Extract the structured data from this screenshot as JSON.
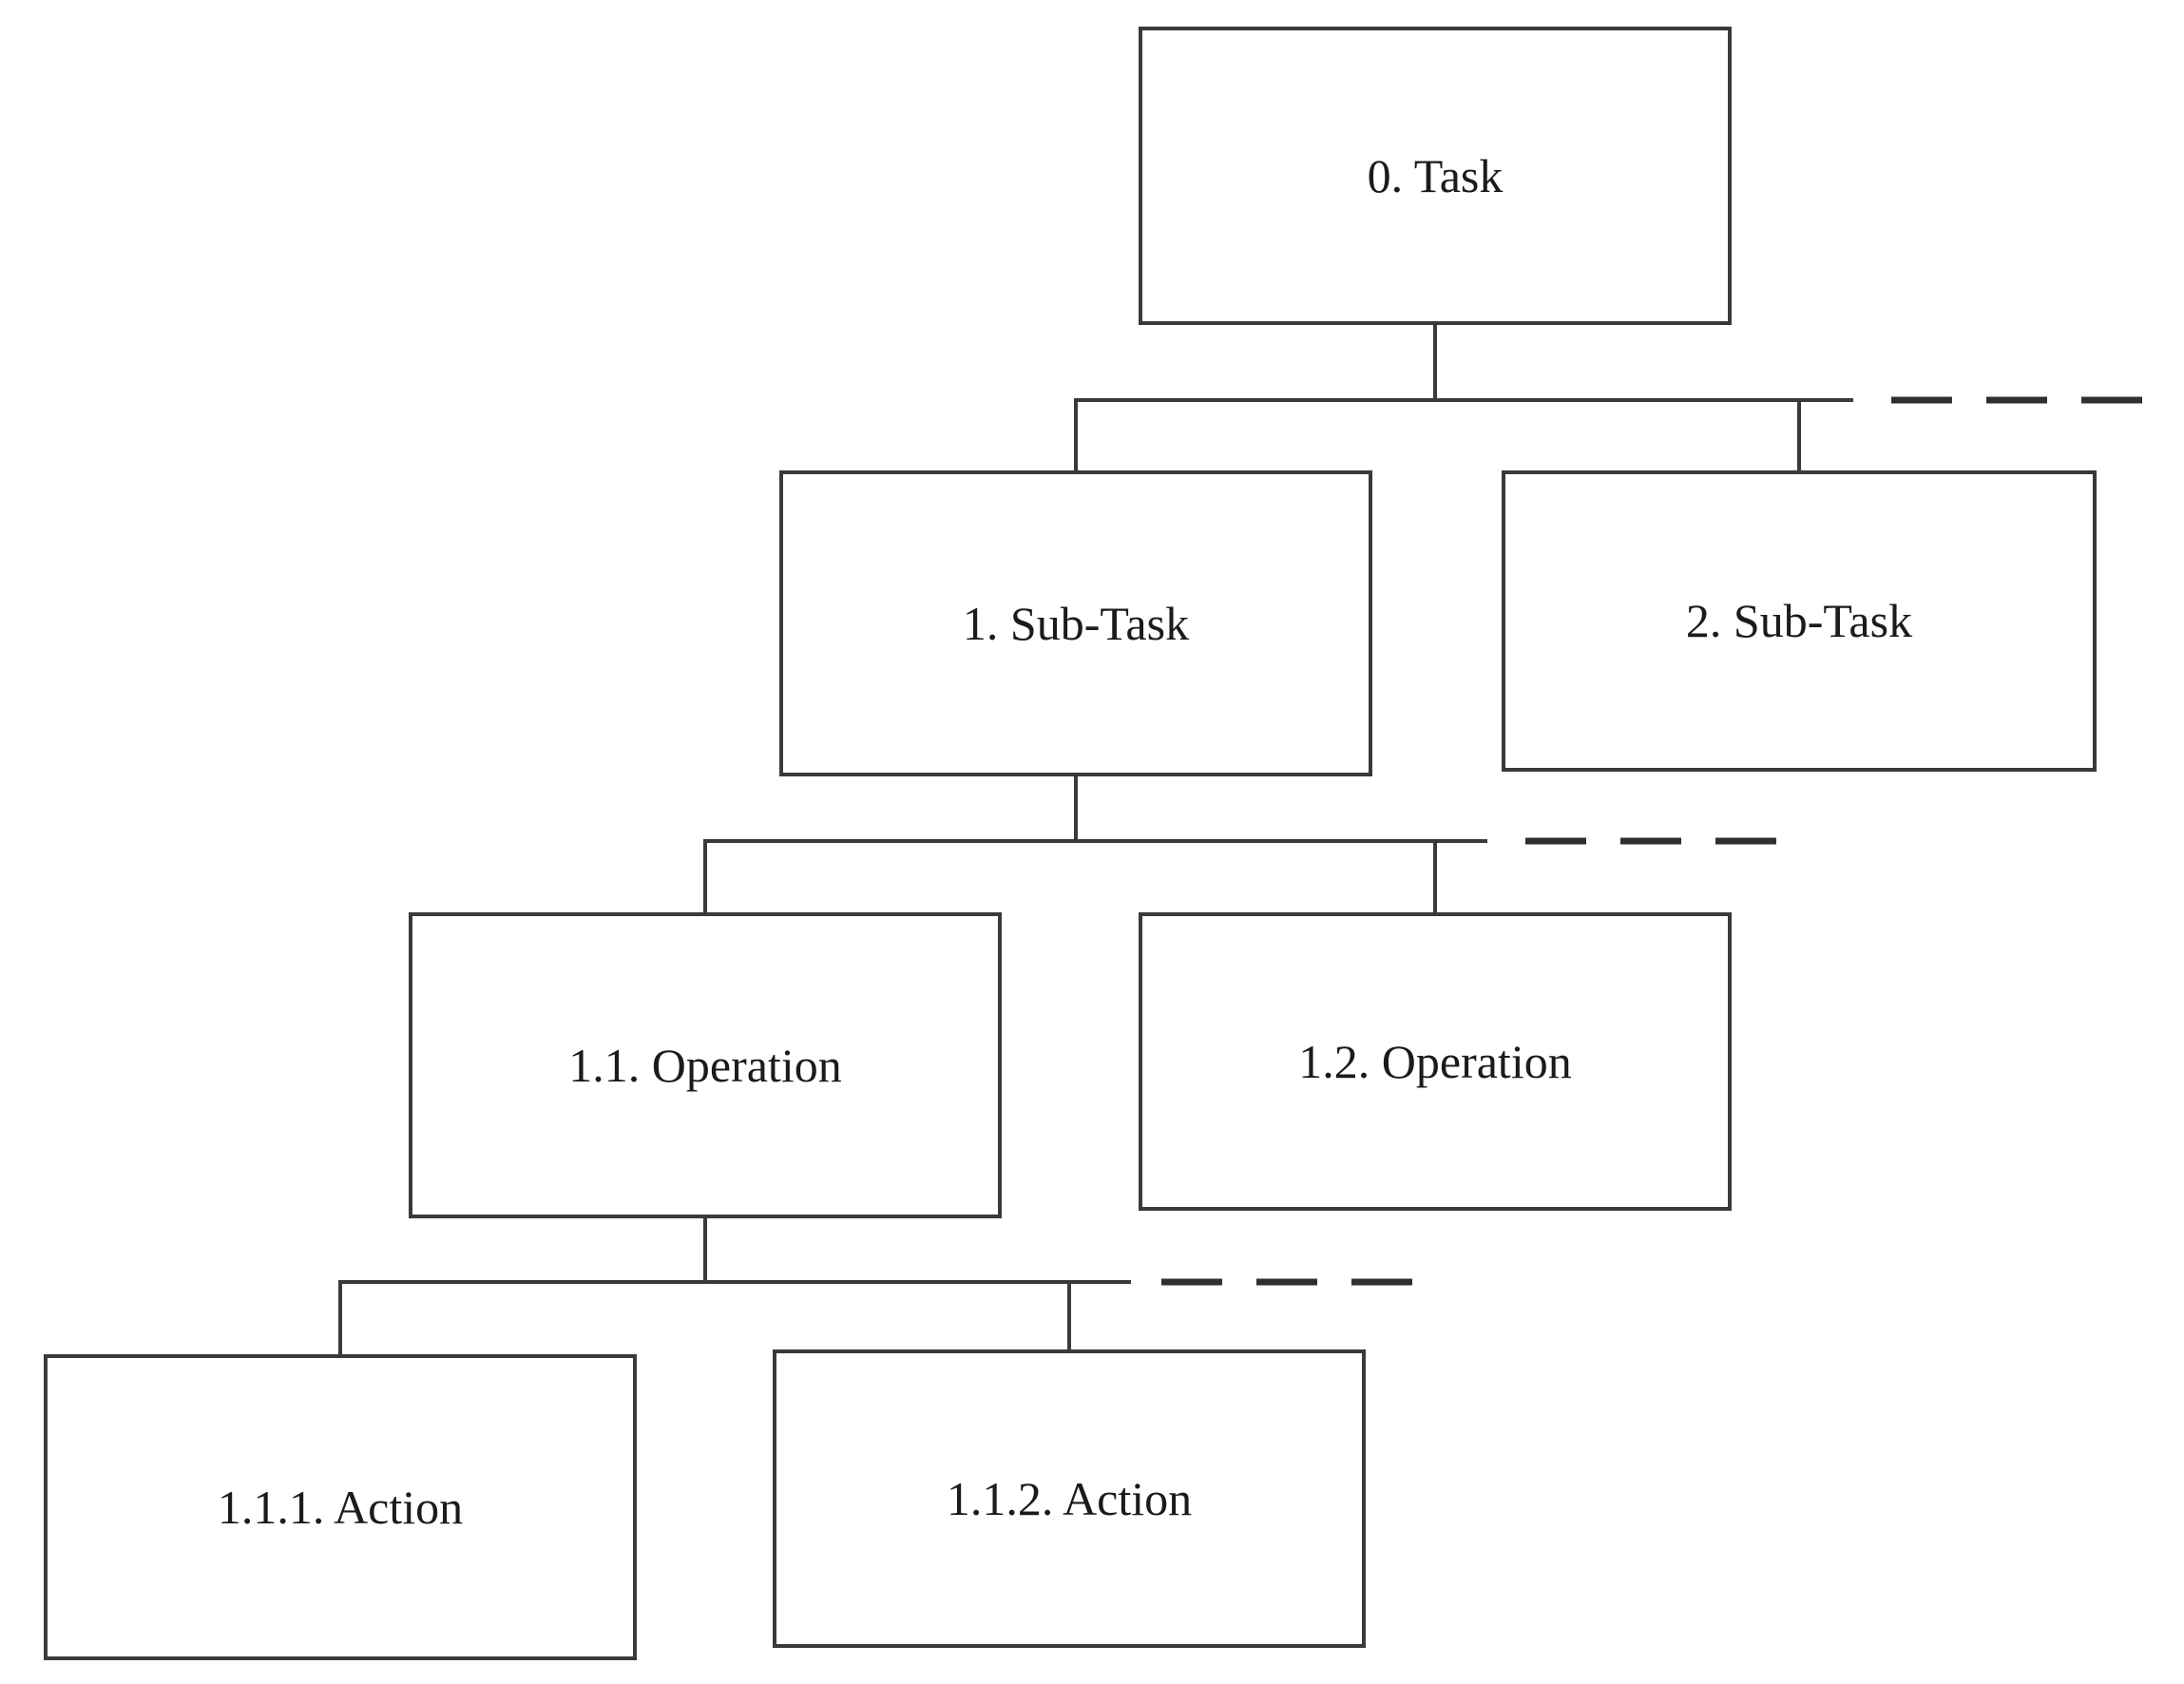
{
  "diagram": {
    "type": "hierarchical-task-analysis-tree",
    "background_color": "#ffffff",
    "line_color": "#3a3a3a",
    "text_color": "#1b1b1b",
    "nodes": [
      {
        "id": "0",
        "label": "0. Task",
        "level": 0,
        "parent": null
      },
      {
        "id": "1",
        "label": "1. Sub-Task",
        "level": 1,
        "parent": "0"
      },
      {
        "id": "2",
        "label": "2. Sub-Task",
        "level": 1,
        "parent": "0"
      },
      {
        "id": "1.1",
        "label": "1.1. Operation",
        "level": 2,
        "parent": "1"
      },
      {
        "id": "1.2",
        "label": "1.2. Operation",
        "level": 2,
        "parent": "1"
      },
      {
        "id": "1.1.1",
        "label": "1.1.1. Action",
        "level": 3,
        "parent": "1.1"
      },
      {
        "id": "1.1.2",
        "label": "1.1.2. Action",
        "level": 3,
        "parent": "1.1"
      }
    ],
    "dashed_continuations": [
      {
        "after_node": "2",
        "meaning": "more sub-tasks omitted"
      },
      {
        "after_node": "1.2",
        "meaning": "more operations omitted"
      },
      {
        "after_node": "1.1.2",
        "meaning": "more actions omitted"
      }
    ]
  }
}
